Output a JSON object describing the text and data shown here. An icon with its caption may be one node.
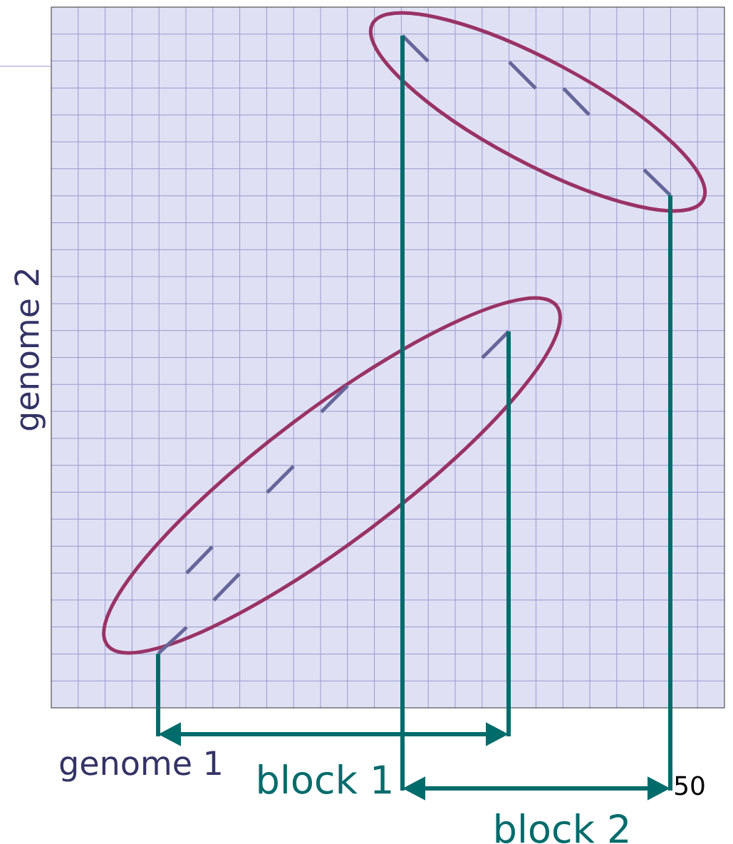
{
  "diagram": {
    "labels": [
      "genome 2",
      "genome 1",
      "block 1",
      "50",
      "block 2"
    ]
  }
}
